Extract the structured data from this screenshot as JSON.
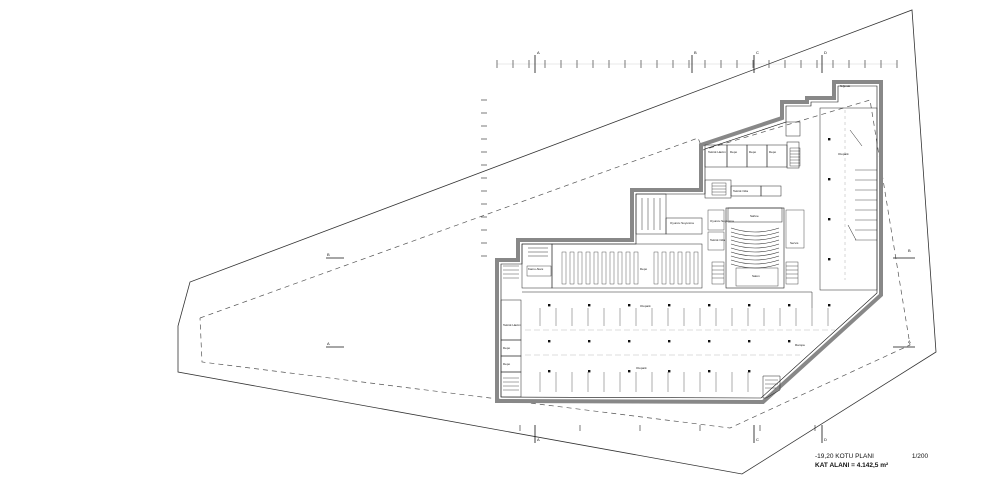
{
  "drawing": {
    "plan_title": "-19,20 KOTU PLANI",
    "scale": "1/200",
    "area_label": "KAT ALANI = 4.142,5 m²"
  },
  "section_marks": {
    "a": "A",
    "b": "B",
    "c": "C",
    "d": "D"
  },
  "rooms": {
    "parking_north": "Otopark",
    "parking_east": "Otopark",
    "parking_south": "Otopark",
    "room_north_tip": "Sığınak",
    "room_east_1": "Teknik Hacim",
    "room_east_2": "Depo",
    "room_east_3": "Depo",
    "room_east_4": "Depo",
    "lounge_left": "Oyuncu Soyunma",
    "lounge_right": "Oyuncu Soyunma",
    "control_1": "Teknik Oda",
    "control_2": "Teknik Oda",
    "theatre": "Salon",
    "stage": "Sahne",
    "west_room_1": "Teknik Hacim",
    "west_room_2": "Depo",
    "west_room_3": "Depo",
    "store_left": "Kamu Alanı",
    "ramp": "Rampa",
    "service": "Servis"
  }
}
